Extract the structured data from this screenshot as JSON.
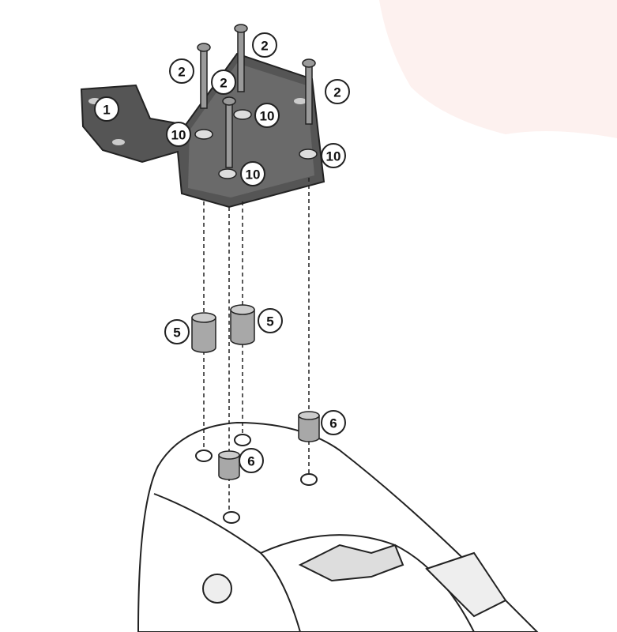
{
  "diagram": {
    "colors": {
      "plate": "#555555",
      "metal": "#9a9a9a",
      "outline": "#222222",
      "blob": "#fdf1ef"
    },
    "labels": [
      {
        "id": "plate",
        "text": "1"
      },
      {
        "id": "bolt-a",
        "text": "2"
      },
      {
        "id": "bolt-b",
        "text": "2"
      },
      {
        "id": "bolt-c",
        "text": "2"
      },
      {
        "id": "bolt-d",
        "text": "2"
      },
      {
        "id": "washer-a",
        "text": "10"
      },
      {
        "id": "washer-b",
        "text": "10"
      },
      {
        "id": "washer-c",
        "text": "10"
      },
      {
        "id": "washer-d",
        "text": "10"
      },
      {
        "id": "spacer-a",
        "text": "5"
      },
      {
        "id": "spacer-b",
        "text": "5"
      },
      {
        "id": "spacer-c",
        "text": "6"
      },
      {
        "id": "spacer-d",
        "text": "6"
      }
    ]
  }
}
